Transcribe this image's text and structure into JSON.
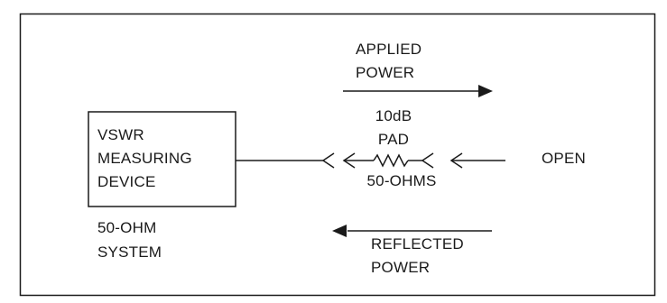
{
  "diagram": {
    "device_box": {
      "line1": "VSWR",
      "line2": "MEASURING",
      "line3": "DEVICE"
    },
    "system_label": {
      "line1": "50-OHM",
      "line2": "SYSTEM"
    },
    "applied_power": {
      "line1": "APPLIED",
      "line2": "POWER"
    },
    "pad_label": {
      "line1": "10dB",
      "line2": "PAD"
    },
    "resistor_label": "50-OHMS",
    "open_label": "OPEN",
    "reflected_power": {
      "line1": "REFLECTED",
      "line2": "POWER"
    },
    "colors": {
      "ink": "#1a1a1a",
      "background": "#ffffff"
    }
  }
}
